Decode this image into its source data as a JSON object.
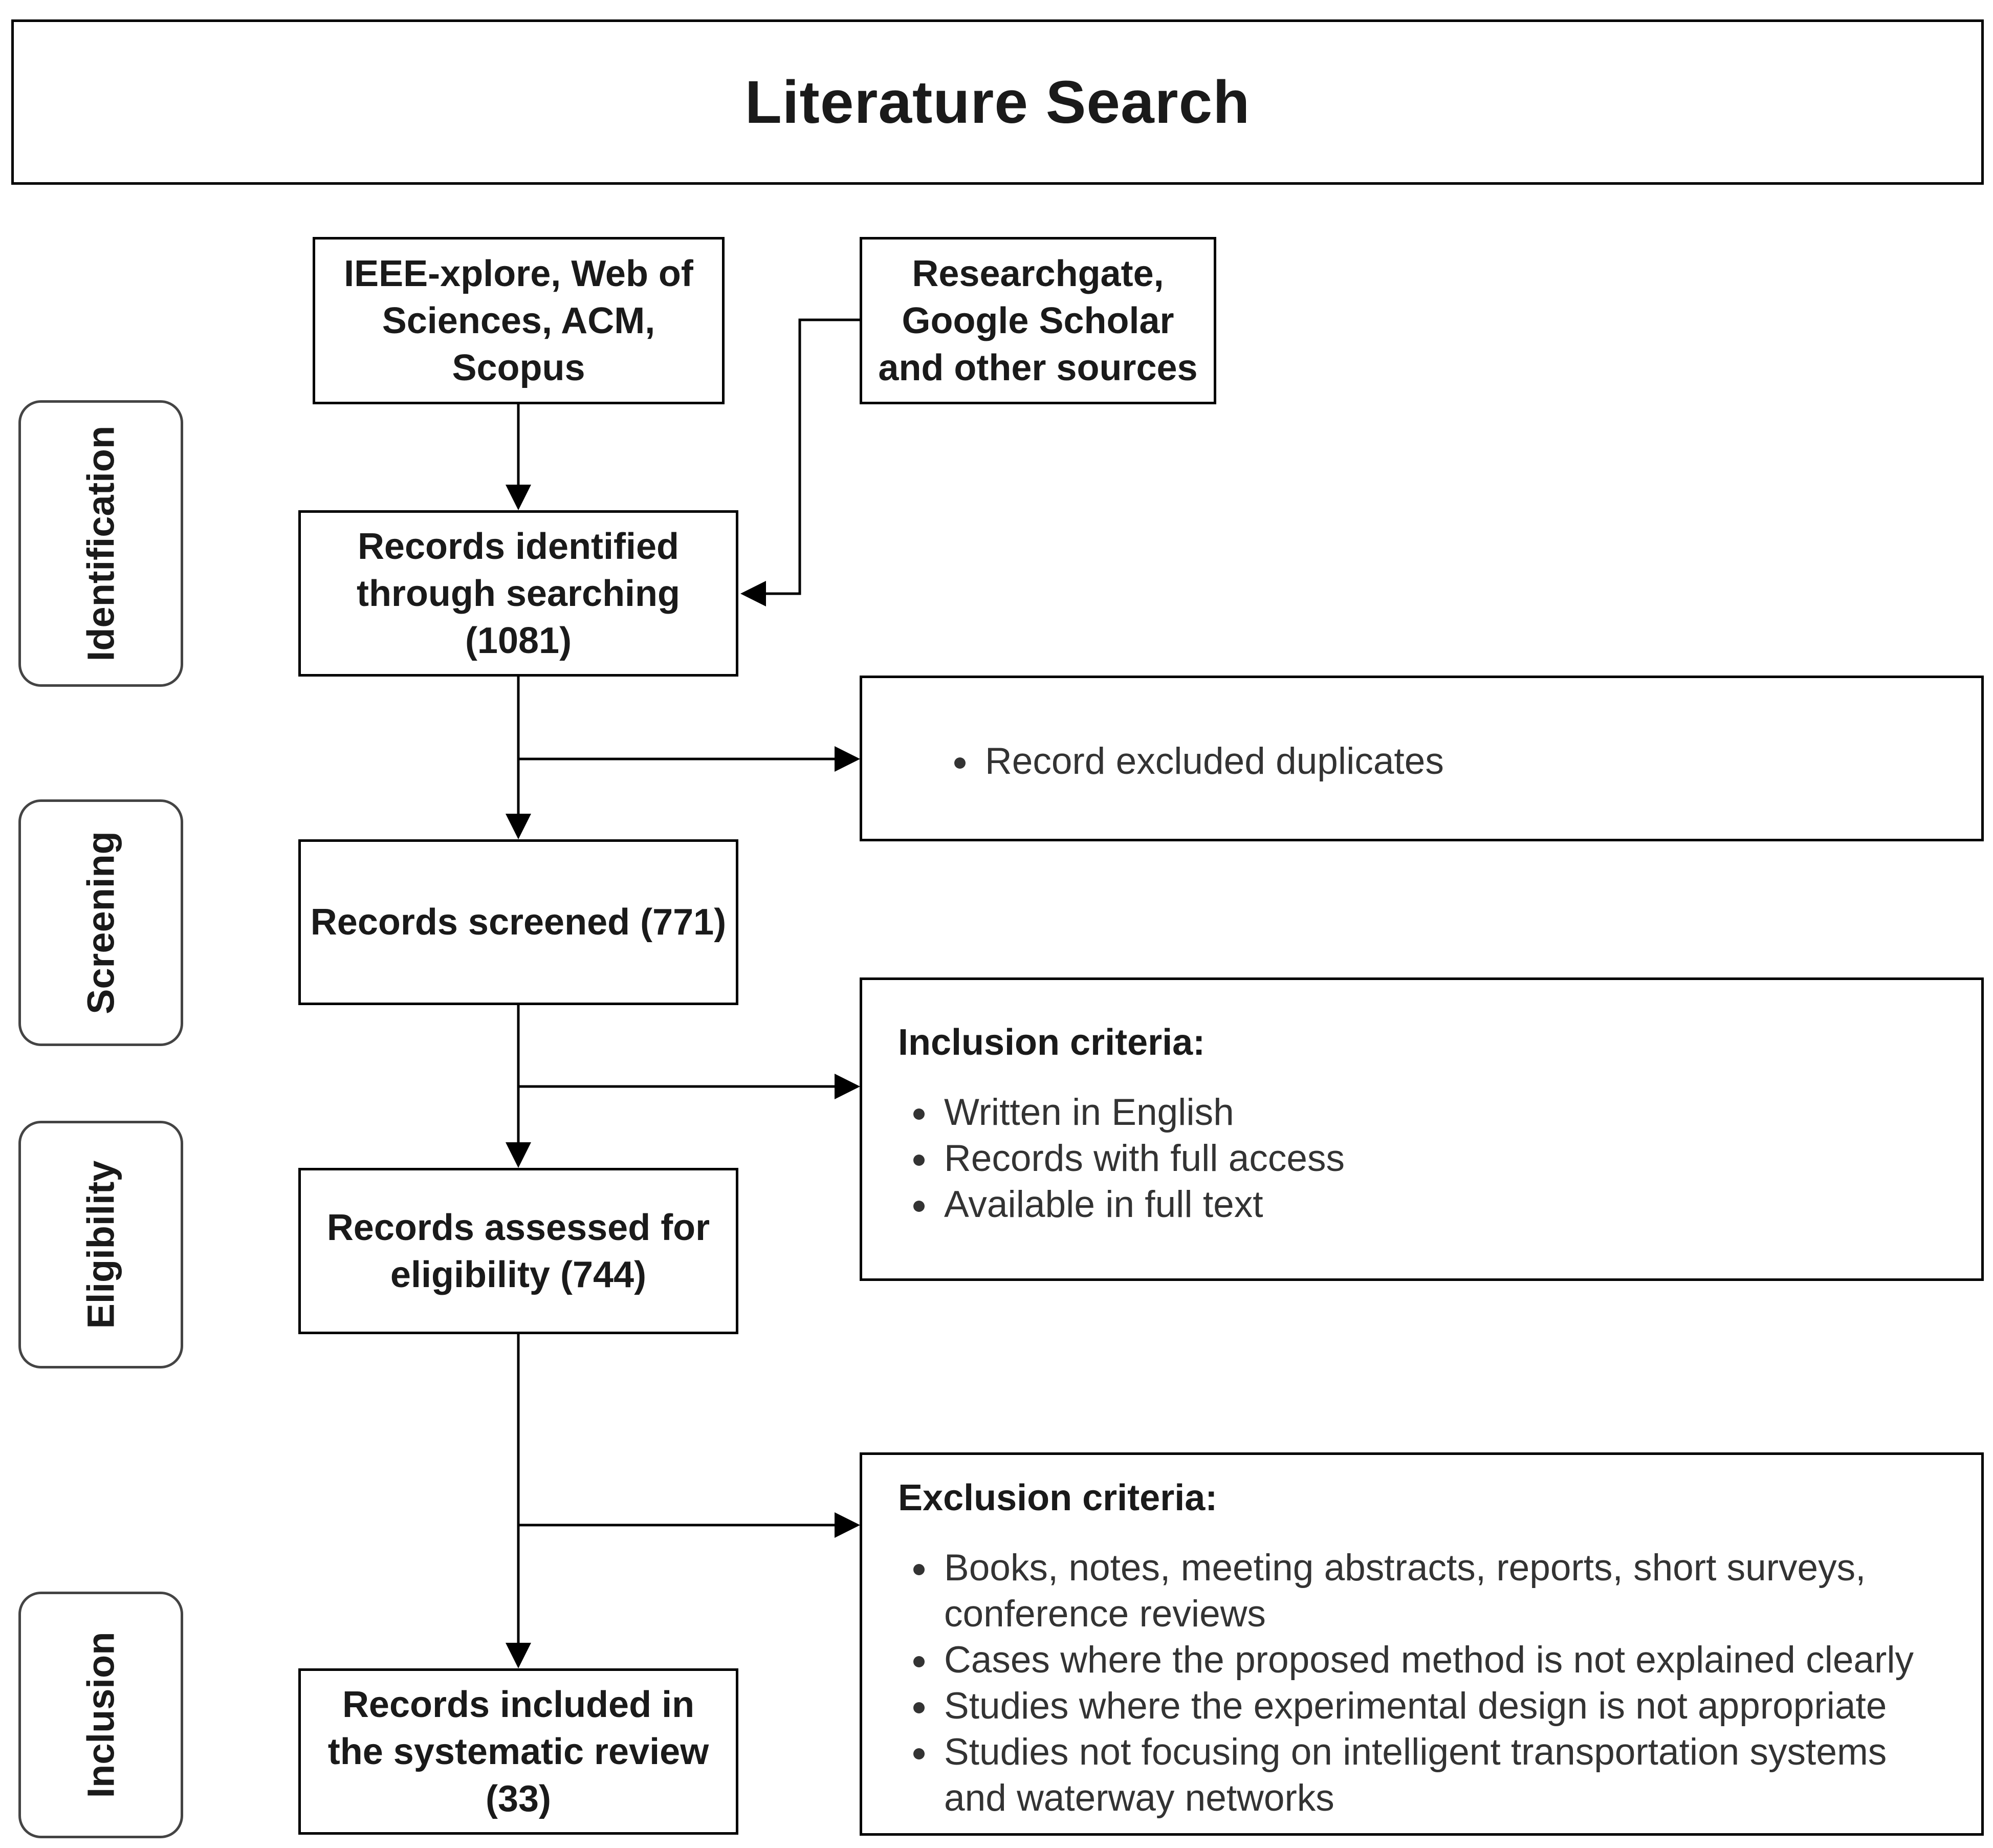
{
  "title": "Literature Search",
  "sources": {
    "primary": "IEEE-xplore, Web of Sciences, ACM, Scopus",
    "other": "Researchgate, Google Scholar and other sources"
  },
  "nodes": {
    "identified": "Records identified through searching (1081)",
    "screened": "Records screened (771)",
    "assessed": "Records assessed for eligibility (744)",
    "included": "Records included in the systematic review (33)"
  },
  "phases": {
    "identification": "Identification",
    "screening": "Screening",
    "eligibility": "Eligibility",
    "inclusion": "Inclusion"
  },
  "duplicates": {
    "items": [
      "Record excluded duplicates"
    ]
  },
  "inclusion_criteria": {
    "title": "Inclusion criteria:",
    "items": [
      "Written in English",
      "Records with full access",
      "Available in full text"
    ]
  },
  "exclusion_criteria": {
    "title": "Exclusion criteria:",
    "items": [
      "Books, notes, meeting abstracts, reports, short surveys, conference reviews",
      "Cases where the proposed method is not explained clearly",
      "Studies where the experimental design is not appropriate",
      "Studies not focusing on intelligent transportation systems and waterway networks"
    ]
  }
}
